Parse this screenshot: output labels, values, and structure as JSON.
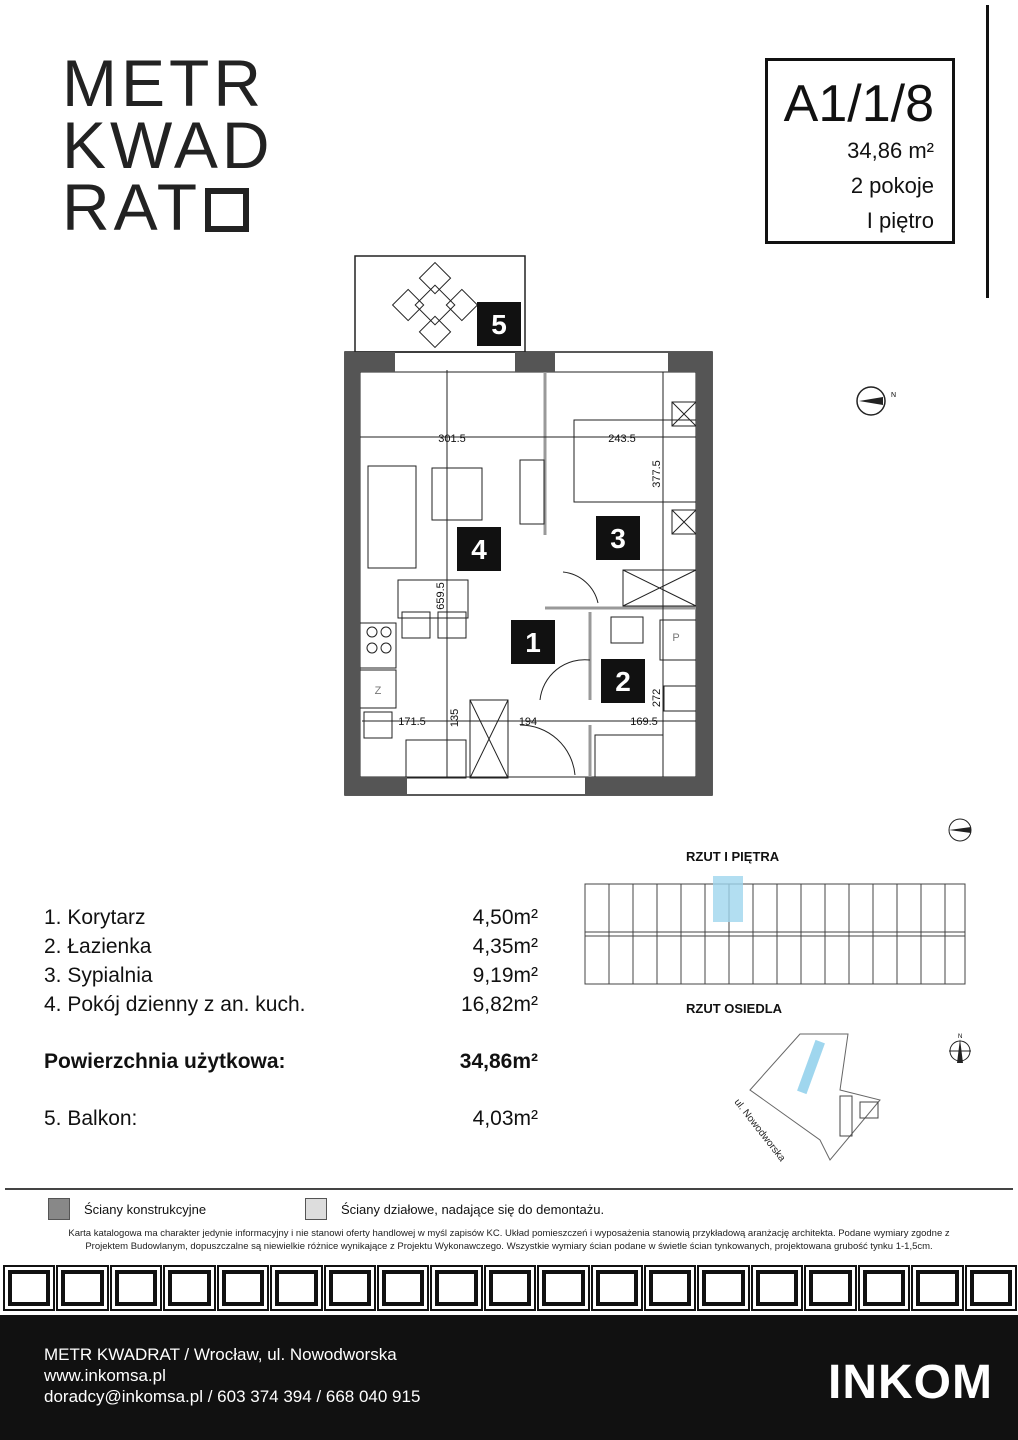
{
  "logo": {
    "line1": "METR",
    "line2": "KWAD",
    "line3": "RAT"
  },
  "unit": {
    "code": "A1/1/8",
    "area": "34,86 m²",
    "rooms": "2 pokoje",
    "floor": "I  piętro"
  },
  "plan": {
    "dims": [
      "301.5",
      "243.5",
      "377.5",
      "659.5",
      "171.5",
      "135",
      "194",
      "169.5",
      "272"
    ],
    "room_numbers": [
      "1",
      "2",
      "3",
      "4",
      "5"
    ],
    "fridge": "Z",
    "washer": "P"
  },
  "room_list": [
    {
      "label": "1. Korytarz",
      "area": "4,50m²"
    },
    {
      "label": "2. Łazienka",
      "area": "4,35m²"
    },
    {
      "label": "3. Sypialnia",
      "area": "9,19m²"
    },
    {
      "label": "4. Pokój dzienny z an. kuch.",
      "area": "16,82m²"
    }
  ],
  "usable": {
    "label": "Powierzchnia użytkowa:",
    "area": "34,86m²"
  },
  "balcony": {
    "label": "5. Balkon:",
    "area": "4,03m²"
  },
  "site": {
    "floor_title": "RZUT I PIĘTRA",
    "estate_title": "RZUT OSIEDLA",
    "street": "ul. Nowodworska",
    "north": "N",
    "highlight": "#9fd6ee"
  },
  "legend": {
    "structural": "Ściany konstrukcyjne",
    "partition": "Ściany działowe, nadające się do demontażu."
  },
  "disclaimer": {
    "line1": "Karta katalogowa ma charakter jedynie informacyjny i nie stanowi oferty handlowej w myśl zapisów KC. Układ pomieszczeń i wyposażenia stanowią przykładową aranżację architekta. Podane wymiary zgodne z",
    "line2": "Projektem Budowlanym, dopuszczalne są niewielkie różnice wynikające z Projektu Wykonawczego. Wszystkie wymiary ścian podane w świetle ścian tynkowanych, projektowana grubość tynku 1-1,5cm."
  },
  "footer": {
    "address": "METR KWADRAT / Wrocław, ul. Nowodworska",
    "web": "www.inkomsa.pl",
    "contact": "doradcy@inkomsa.pl / 603 374 394 / 668 040 915",
    "brand": "INKOM"
  }
}
